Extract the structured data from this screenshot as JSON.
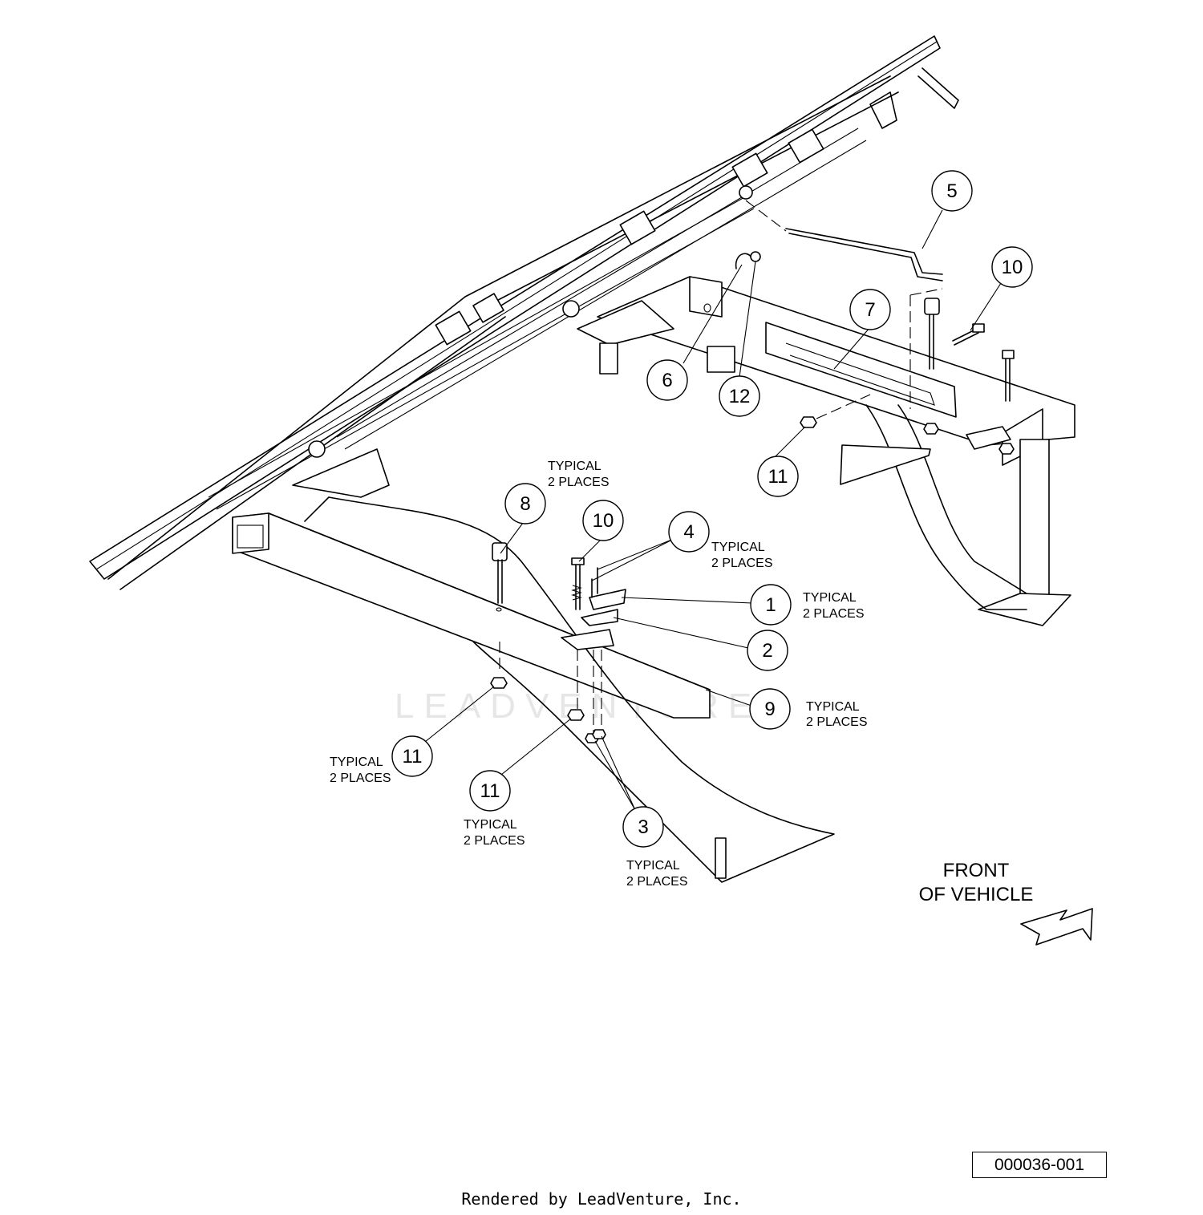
{
  "watermark": "LEADVENTURE",
  "callouts": [
    {
      "number": "1"
    },
    {
      "number": "2"
    },
    {
      "number": "3"
    },
    {
      "number": "4"
    },
    {
      "number": "5"
    },
    {
      "number": "6"
    },
    {
      "number": "7"
    },
    {
      "number": "8"
    },
    {
      "number": "9"
    },
    {
      "number": "10"
    },
    {
      "number": "10"
    },
    {
      "number": "11"
    },
    {
      "number": "11"
    },
    {
      "number": "11"
    },
    {
      "number": "11"
    },
    {
      "number": "12"
    }
  ],
  "notes": {
    "typical": "TYPICAL",
    "two_places": "2 PLACES"
  },
  "front_label": {
    "line1": "FRONT",
    "line2": "OF VEHICLE"
  },
  "drawing_code": "000036-001",
  "footer": "Rendered by LeadVenture, Inc."
}
